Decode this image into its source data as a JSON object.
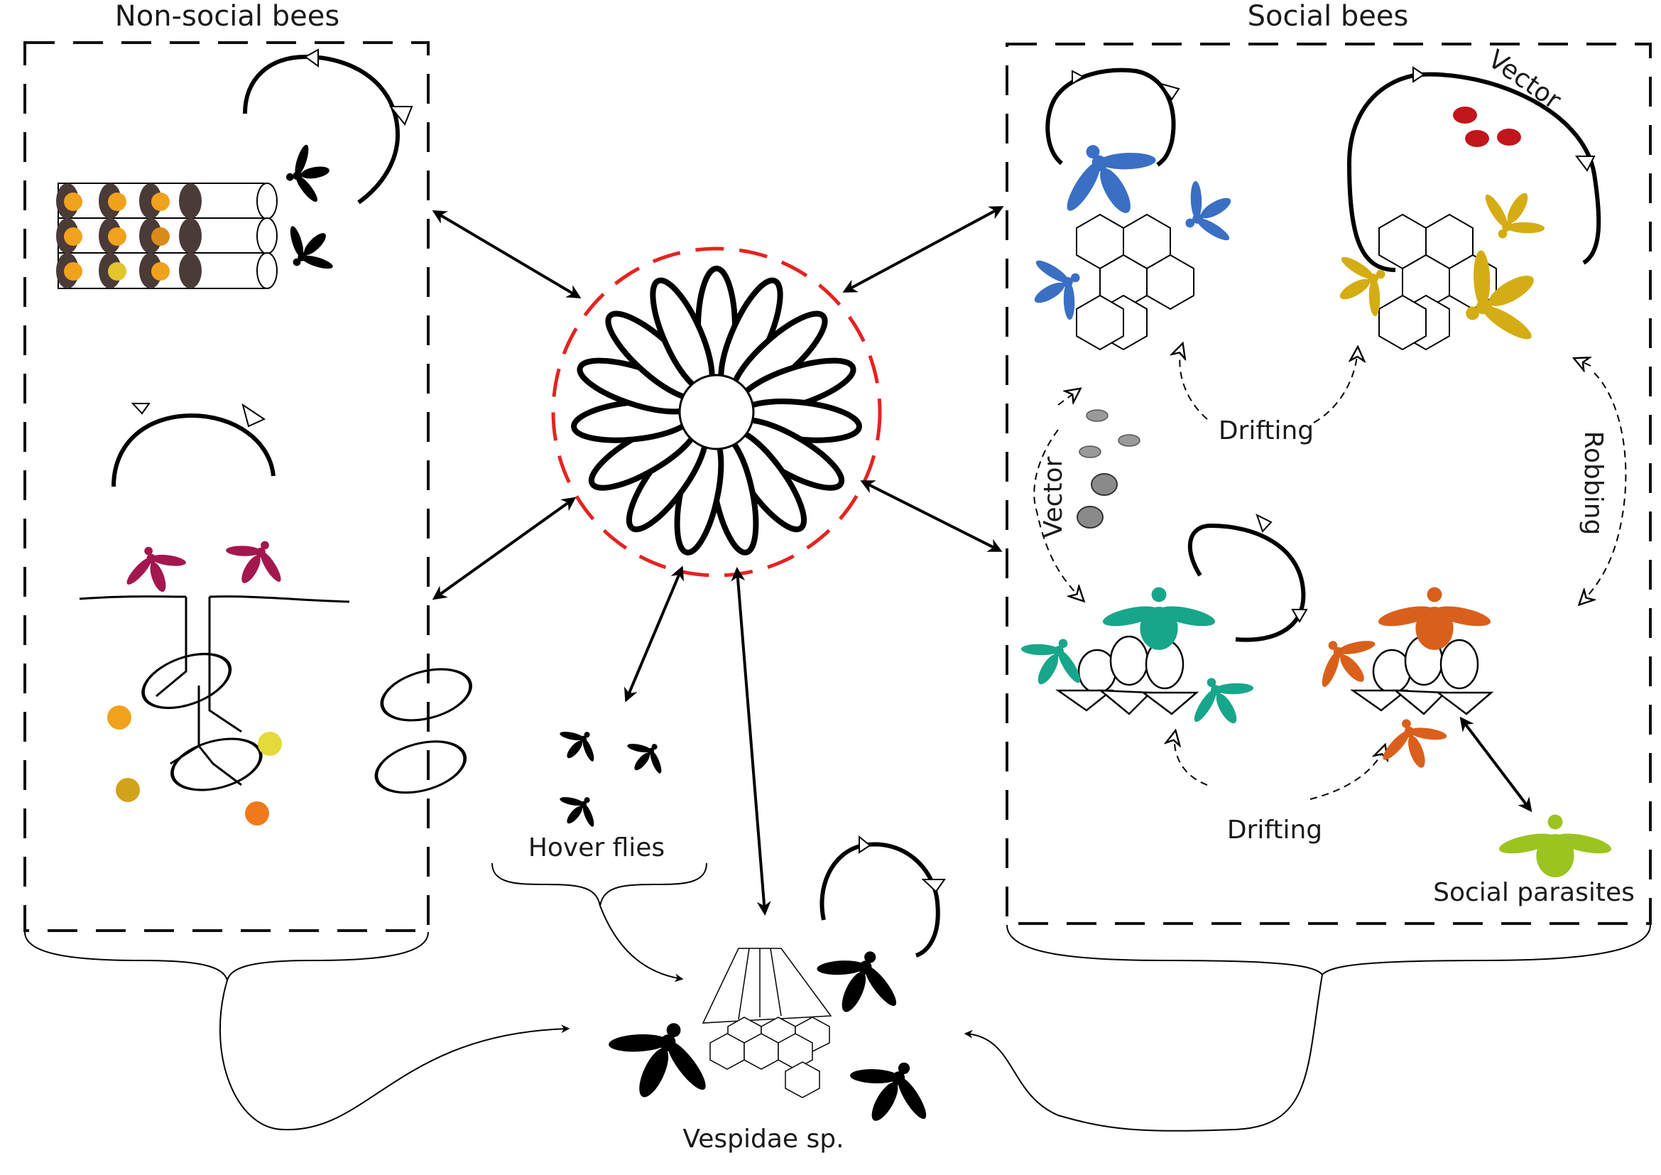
{
  "groups": {
    "non_social": "Non-social bees",
    "social": "Social bees"
  },
  "labels": {
    "vector_top": "Vector",
    "vector_left": "Vector",
    "drifting_top": "Drifting",
    "drifting_bottom": "Drifting",
    "robbing": "Robbing",
    "social_parasites": "Social parasites",
    "hover_flies": "Hover flies",
    "vespidae": "Vespidae sp."
  },
  "colors": {
    "flower_ring": "#e52320",
    "blue_bees": "#3a6fc4",
    "yellow_bees": "#d4ad14",
    "teal_bees": "#18a68a",
    "orange_bees": "#d9601c",
    "parasite_bees": "#9bc420",
    "solitary_bees": "#a3174f",
    "mites": "#c0161c",
    "cells_dark": "#4a3b38",
    "larva_orange": "#f0a21d",
    "larva_yellow": "#e4db3a"
  },
  "icons": [
    "flower-icon",
    "bee-icon",
    "hive-comb-icon",
    "mite-icon",
    "beetle-icon",
    "fly-icon",
    "wasp-nest-icon",
    "trap-nest-icon",
    "ground-nest-icon"
  ]
}
